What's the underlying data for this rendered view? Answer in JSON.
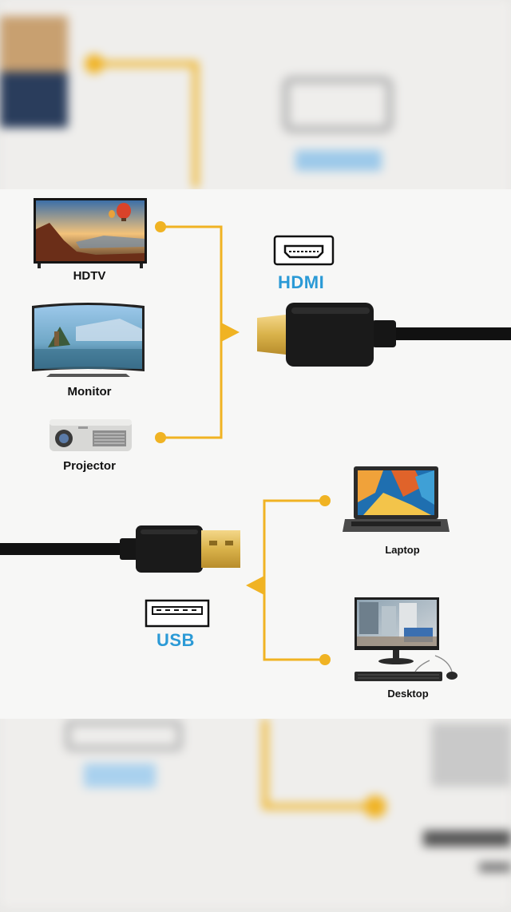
{
  "colors": {
    "accent": "#f0b323",
    "label_blue": "#2b9ad6",
    "cable": "#111111",
    "gold": "#d9b24a"
  },
  "hdmi": {
    "label": "HDMI",
    "port_icon": "hdmi-port-icon",
    "devices": [
      {
        "label": "HDTV",
        "icon": "tv-icon"
      },
      {
        "label": "Monitor",
        "icon": "monitor-icon"
      },
      {
        "label": "Projector",
        "icon": "projector-icon"
      }
    ]
  },
  "usb": {
    "label": "USB",
    "port_icon": "usb-port-icon",
    "devices": [
      {
        "label": "Laptop",
        "icon": "laptop-icon"
      },
      {
        "label": "Desktop",
        "icon": "desktop-icon"
      }
    ]
  }
}
